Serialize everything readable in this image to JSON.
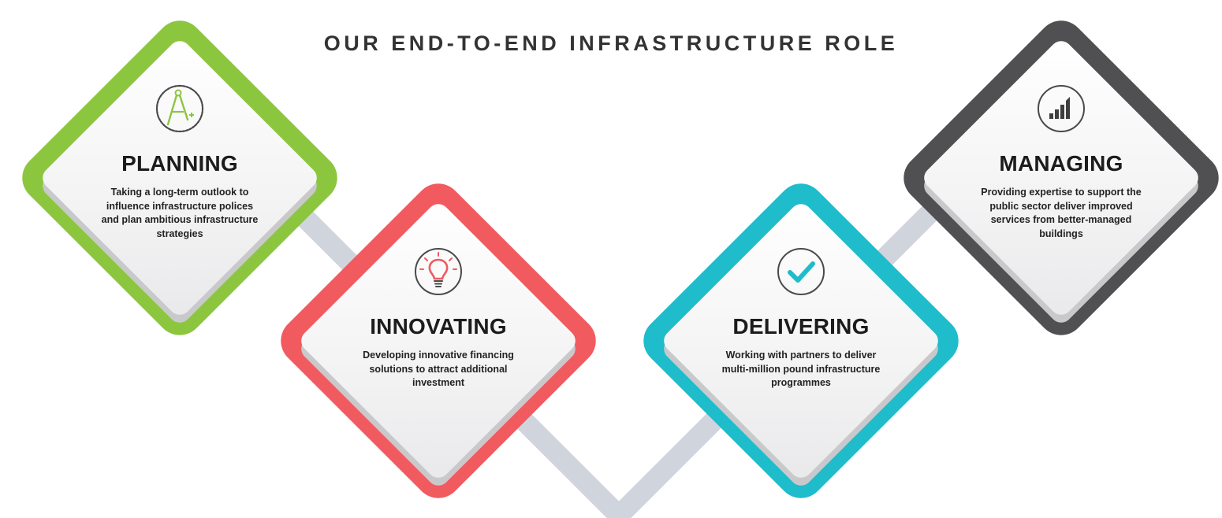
{
  "title": "OUR END-TO-END INFRASTRUCTURE ROLE",
  "connector_color": "#d0d5dd",
  "cards": [
    {
      "title": "PLANNING",
      "text": "Taking a long-term outlook to influence infrastructure polices and plan ambitious infrastructure strategies",
      "color": "#8cc63f",
      "icon": "compass-drawing-icon"
    },
    {
      "title": "INNOVATING",
      "text": "Developing innovative financing solutions to attract additional investment",
      "color": "#f15a5f",
      "icon": "lightbulb-icon"
    },
    {
      "title": "DELIVERING",
      "text": "Working with partners to deliver multi-million pound infrastructure programmes",
      "color": "#1fbccb",
      "icon": "checkmark-icon"
    },
    {
      "title": "MANAGING",
      "text": "Providing expertise to support the public sector deliver improved services from better-managed buildings",
      "color": "#505052",
      "icon": "bar-chart-icon"
    }
  ]
}
